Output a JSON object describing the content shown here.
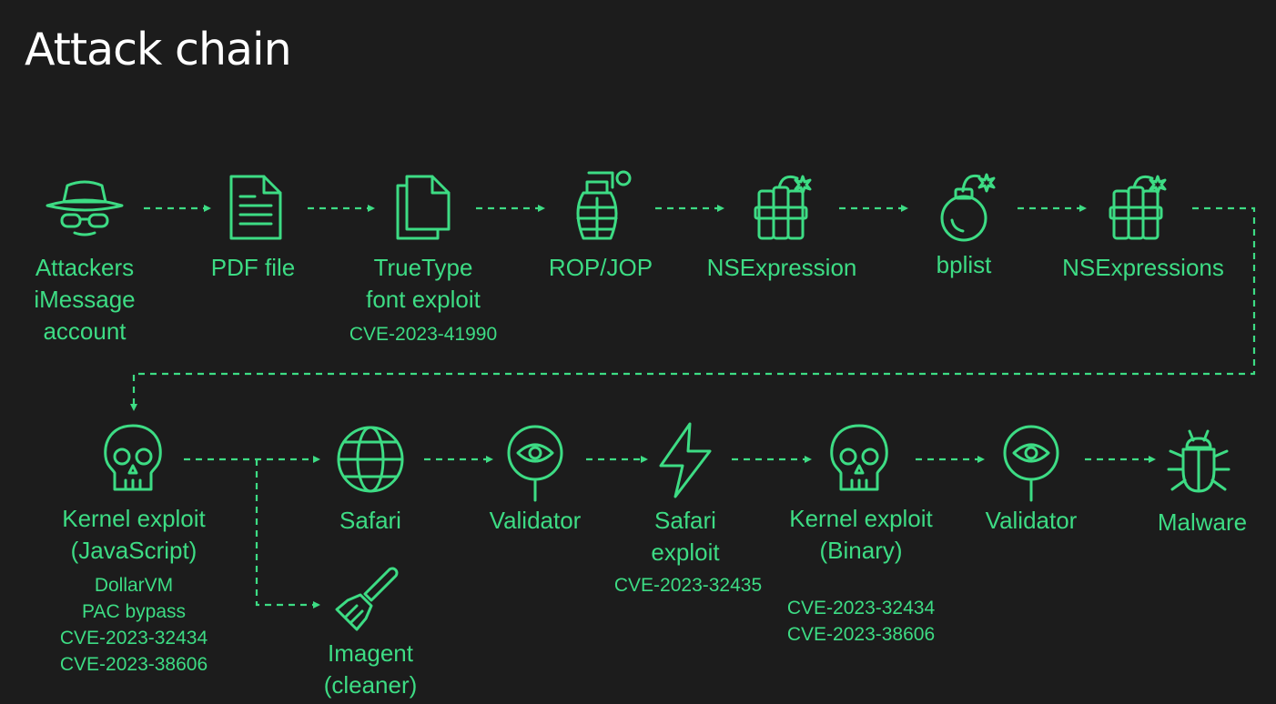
{
  "title": "Attack chain",
  "colors": {
    "background": "#1c1c1c",
    "accent": "#3ddc84",
    "title": "#ffffff"
  },
  "nodes": [
    {
      "id": "attacker",
      "icon": "spy-icon",
      "label": [
        "Attackers",
        "iMessage",
        "account"
      ],
      "sub": []
    },
    {
      "id": "pdf",
      "icon": "document-icon",
      "label": [
        "PDF file"
      ],
      "sub": []
    },
    {
      "id": "truetype",
      "icon": "files-icon",
      "label": [
        "TrueType",
        "font exploit"
      ],
      "sub": [
        "CVE-2023-41990"
      ]
    },
    {
      "id": "rop",
      "icon": "grenade-icon",
      "label": [
        "ROP/JOP"
      ],
      "sub": []
    },
    {
      "id": "nsexpr",
      "icon": "dynamite-icon",
      "label": [
        "NSExpression"
      ],
      "sub": []
    },
    {
      "id": "bplist",
      "icon": "bomb-icon",
      "label": [
        "bplist"
      ],
      "sub": []
    },
    {
      "id": "nsexprs",
      "icon": "dynamite-icon",
      "label": [
        "NSExpressions"
      ],
      "sub": []
    },
    {
      "id": "kerneljs",
      "icon": "skull-icon",
      "label": [
        "Kernel exploit",
        "(JavaScript)"
      ],
      "sub": [
        "DollarVM",
        "PAC bypass",
        "CVE-2023-32434",
        "CVE-2023-38606"
      ]
    },
    {
      "id": "safari",
      "icon": "globe-icon",
      "label": [
        "Safari"
      ],
      "sub": []
    },
    {
      "id": "imagent",
      "icon": "broom-icon",
      "label": [
        "Imagent",
        "(cleaner)"
      ],
      "sub": []
    },
    {
      "id": "validator1",
      "icon": "eye-pin-icon",
      "label": [
        "Validator"
      ],
      "sub": []
    },
    {
      "id": "safariexp",
      "icon": "lightning-icon",
      "label": [
        "Safari",
        "exploit"
      ],
      "sub": [
        "CVE-2023-32435"
      ]
    },
    {
      "id": "kernelbin",
      "icon": "skull-icon",
      "label": [
        "Kernel exploit",
        "(Binary)"
      ],
      "sub": [
        "CVE-2023-32434",
        "CVE-2023-38606"
      ]
    },
    {
      "id": "validator2",
      "icon": "eye-pin-icon",
      "label": [
        "Validator"
      ],
      "sub": []
    },
    {
      "id": "malware",
      "icon": "bug-icon",
      "label": [
        "Malware"
      ],
      "sub": []
    }
  ]
}
